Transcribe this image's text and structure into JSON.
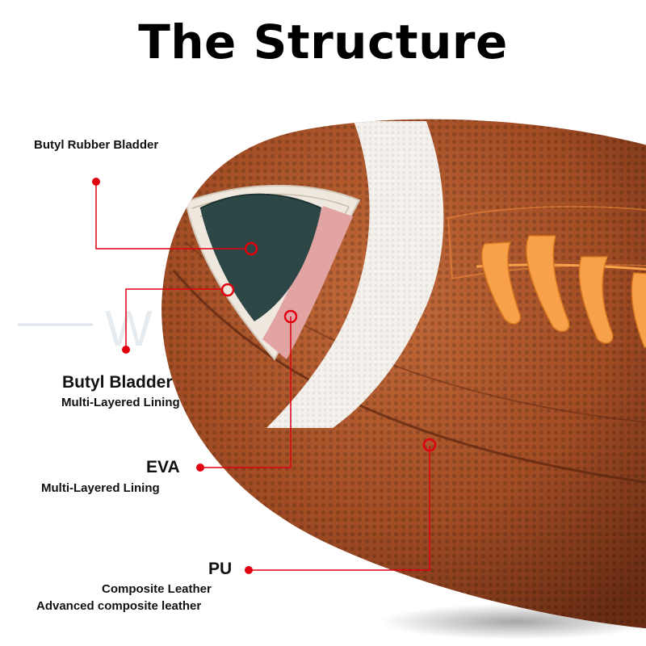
{
  "title": "The Structure",
  "watermark": "WOLIGAT",
  "colors": {
    "leather": "#a9532a",
    "stripe": "#f4f1ec",
    "laces": "#f7a24b",
    "bladder": "#2d4747",
    "lining": "#e2a3a3",
    "marker": "#e10010"
  },
  "labels": {
    "butyl_rubber_bladder": "Butyl Rubber Bladder",
    "butyl_bladder": "Butyl Bladder",
    "butyl_bladder_sub": "Multi-Layered Lining",
    "eva": "EVA",
    "eva_sub": "Multi-Layered Lining",
    "pu": "PU",
    "pu_sub1": "Composite Leather",
    "pu_sub2": "Advanced composite leather"
  }
}
